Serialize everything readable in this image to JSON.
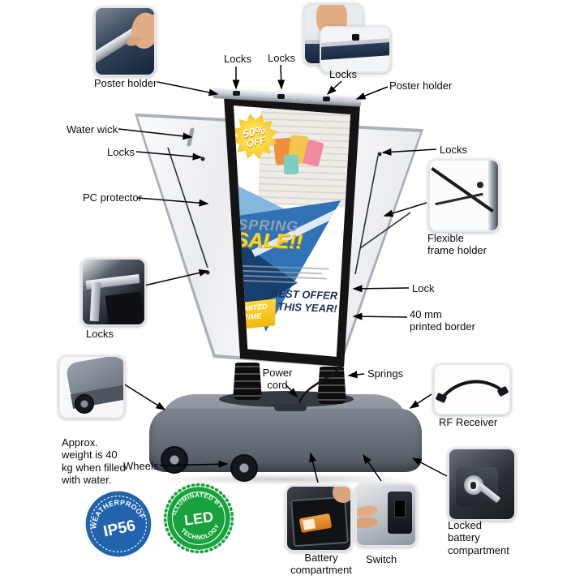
{
  "labels": {
    "locks_top_left": "Locks",
    "locks_top_mid": "Locks",
    "locks_top_right": "Locks",
    "poster_holder_left": "Poster  holder",
    "poster_holder_right": "Poster  holder",
    "water_wick": "Water wick",
    "locks_left_upper": "Locks",
    "pc_protector": "PC protector",
    "locks_right": "Locks",
    "flexible_frame_holder": "Flexible\nframe holder",
    "lock_right": "Lock",
    "printed_border": "40 mm\nprinted border",
    "locks_left_lower": "Locks",
    "power_cord": "Power\ncord",
    "springs": "Springs",
    "rf_receiver": "RF Receiver",
    "weight_note": "Approx.\nweight is 40\nkg when filled\nwith water.",
    "wheels": "Wheels",
    "locked_battery_compartment": "Locked\nbattery\ncompartment",
    "battery_compartment": "Battery\ncompartment",
    "switch": "Switch"
  },
  "poster": {
    "discount_line1": "50%",
    "discount_line2": "OFF",
    "title_line1": "SPRING",
    "title_line2": "SALE!!",
    "offer_line1": "BEST OFFER",
    "offer_line2": "THIS YEAR!",
    "ribbon_line1": "LIMITED",
    "ribbon_line2": "TIME"
  },
  "badges": {
    "weatherproof": {
      "arc_top": "WEATHERPROOF",
      "center": "IP56"
    },
    "led": {
      "arc_top": "ILLUMINATED BY",
      "center": "LED",
      "arc_bottom": "TECHNOLOGY"
    }
  },
  "colors": {
    "accent_yellow": "#FFD428",
    "poster_blue": "#2F73B6",
    "poster_navy": "#17406E",
    "badge_blue": "#2263AE",
    "badge_green": "#18A23C",
    "base_grey": "#6E757F",
    "frame_black": "#141414"
  }
}
